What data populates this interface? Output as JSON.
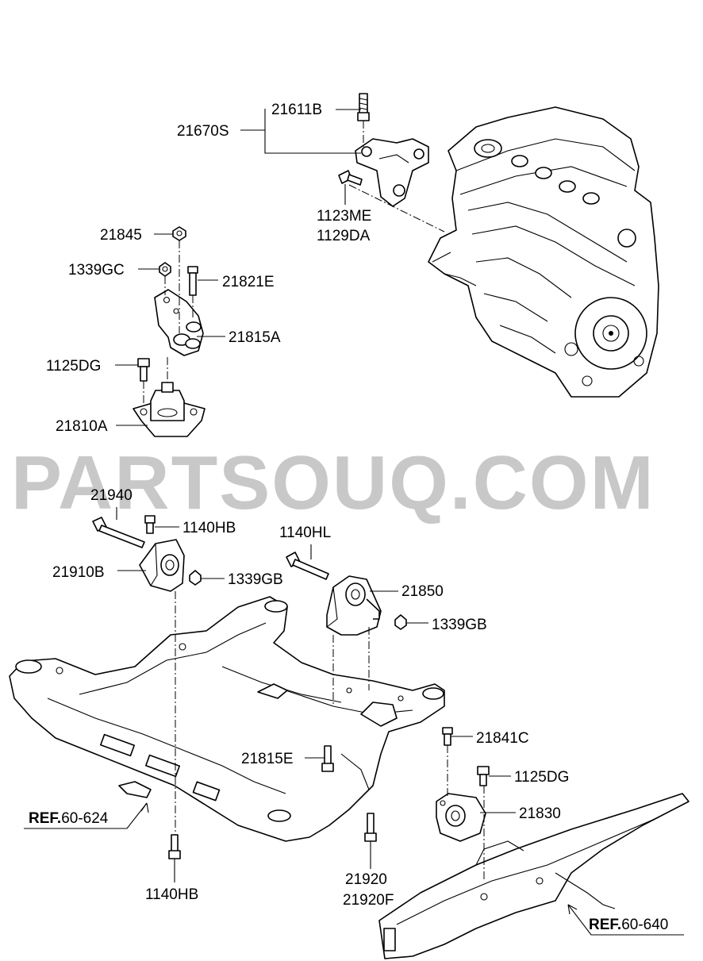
{
  "labels": {
    "p21611B": "21611B",
    "p21670S": "21670S",
    "p1123ME": "1123ME",
    "p1129DA": "1129DA",
    "p21845": "21845",
    "p1339GC": "1339GC",
    "p21821E": "21821E",
    "p21815A": "21815A",
    "p1125DG_a": "1125DG",
    "p21810A": "21810A",
    "p21940": "21940",
    "p1140HB_a": "1140HB",
    "p1140HL": "1140HL",
    "p21910B": "21910B",
    "p1339GB_a": "1339GB",
    "p21850": "21850",
    "p1339GB_b": "1339GB",
    "p21841C": "21841C",
    "p21815E": "21815E",
    "p1125DG_b": "1125DG",
    "p21830": "21830",
    "p1140HB_b": "1140HB",
    "p21920": "21920",
    "p21920F": "21920F"
  },
  "refs": {
    "left_prefix": "REF.",
    "left_number": "60-624",
    "right_prefix": "REF.",
    "right_number": "60-640"
  },
  "watermark": "PARTSOUQ.COM",
  "colors": {
    "ink": "#000000",
    "watermark": "#c8c8c8",
    "background": "#ffffff"
  }
}
